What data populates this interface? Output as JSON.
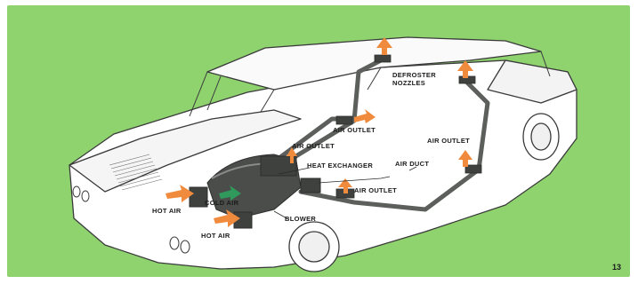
{
  "colors": {
    "background_green": "#8fd36f",
    "car_body": "#ffffff",
    "outline": "#3a3a3a",
    "duct": "#5c5f5c",
    "hot_arrow": "#f08a3c",
    "cold_arrow": "#2f9a5c"
  },
  "labels": {
    "defroster_nozzles": "DEFROSTER NOZZLES",
    "air_outlet_top": "AIR OUTLET",
    "air_outlet_mid": "AIR OUTLET",
    "air_outlet_right": "AIR OUTLET",
    "air_outlet_bottom": "AIR OUTLET",
    "heat_exchanger": "HEAT EXCHANGER",
    "air_duct": "AIR DUCT",
    "hot_air_left": "HOT AIR",
    "cold_air": "COLD AIR",
    "blower": "BLOWER",
    "hot_air_bottom": "HOT AIR"
  },
  "page_number": "13"
}
